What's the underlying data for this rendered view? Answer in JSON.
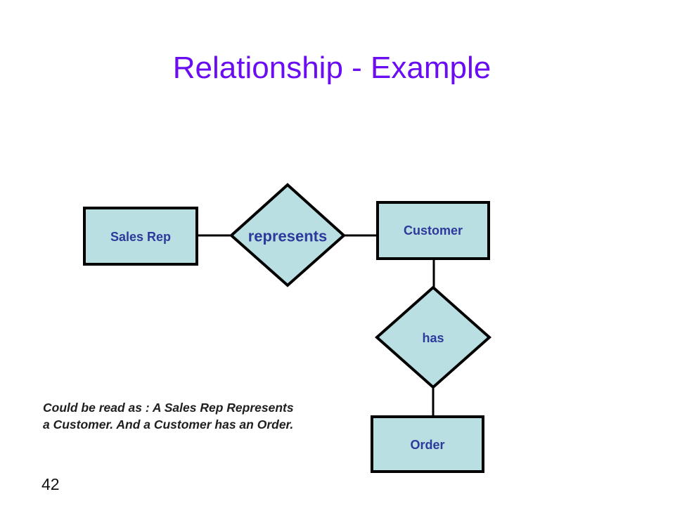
{
  "slide": {
    "title": "Relationship - Example",
    "caption": "Could be read as : A Sales Rep Represents a Customer. And a Customer has an Order.",
    "page_number": "42"
  },
  "diagram": {
    "entities": {
      "sales_rep": "Sales Rep",
      "customer": "Customer",
      "order": "Order"
    },
    "relationships": {
      "represents": "represents",
      "has": "has"
    },
    "connections": [
      {
        "from": "Sales Rep",
        "to": "represents"
      },
      {
        "from": "represents",
        "to": "Customer"
      },
      {
        "from": "Customer",
        "to": "has"
      },
      {
        "from": "has",
        "to": "Order"
      }
    ],
    "colors": {
      "title": "#6a0df2",
      "shape_fill": "#b9dfe2",
      "label": "#2e3a9b",
      "stroke": "#000000"
    }
  }
}
